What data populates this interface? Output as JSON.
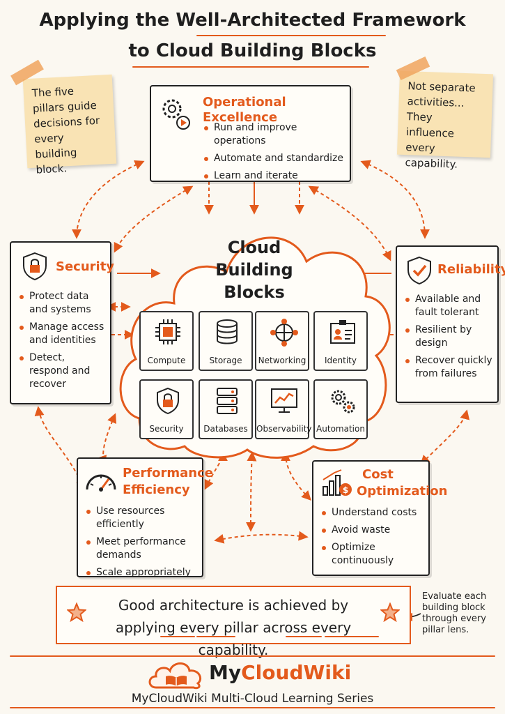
{
  "title": {
    "line1": "Applying the Well-Architected Framework",
    "line2": "to Cloud Building Blocks"
  },
  "notes": {
    "left": "The five pillars guide decisions for every building block.",
    "right": "Not separate activities... They influence every capability."
  },
  "pillars": {
    "operational": {
      "title": "Operational Excellence",
      "icon": "gears-icon",
      "items": [
        "Run and improve operations",
        "Automate and standardize",
        "Learn and iterate"
      ]
    },
    "security": {
      "title": "Security",
      "icon": "shield-lock-icon",
      "items": [
        "Protect data and systems",
        "Manage access and identities",
        "Detect, respond and recover"
      ]
    },
    "reliability": {
      "title": "Reliability",
      "icon": "shield-check-icon",
      "items": [
        "Available and fault tolerant",
        "Resilient by design",
        "Recover quickly from failures"
      ]
    },
    "performance": {
      "title_line1": "Performance",
      "title_line2": "Efficiency",
      "icon": "speedometer-icon",
      "items": [
        "Use resources efficiently",
        "Meet performance demands",
        "Scale appropriately"
      ]
    },
    "cost": {
      "title_line1": "Cost",
      "title_line2": "Optimization",
      "icon": "chart-coin-icon",
      "items": [
        "Understand costs",
        "Avoid waste",
        "Optimize continuously"
      ]
    }
  },
  "cloud": {
    "title_line1": "Cloud",
    "title_line2": "Building",
    "title_line3": "Blocks",
    "blocks": [
      {
        "label": "Compute",
        "icon": "chip-icon"
      },
      {
        "label": "Storage",
        "icon": "database-icon"
      },
      {
        "label": "Networking",
        "icon": "network-icon"
      },
      {
        "label": "Identity",
        "icon": "id-badge-icon"
      },
      {
        "label": "Security",
        "icon": "shield-lock-icon"
      },
      {
        "label": "Databases",
        "icon": "server-stack-icon"
      },
      {
        "label": "Observability",
        "icon": "monitor-chart-icon"
      },
      {
        "label": "Automation",
        "icon": "gears-icon"
      }
    ]
  },
  "banner": {
    "line1": "Good architecture is achieved by",
    "line2": "applying every pillar across every capability."
  },
  "side_note": "Evaluate each building block through every pillar lens.",
  "footer": {
    "brand_part1": "My",
    "brand_part2": "CloudWiki",
    "subtitle": "MyCloudWiki Multi-Cloud Learning Series"
  },
  "colors": {
    "accent": "#e35a1c",
    "ink": "#1f1f1f",
    "note": "#f9e3b4"
  }
}
